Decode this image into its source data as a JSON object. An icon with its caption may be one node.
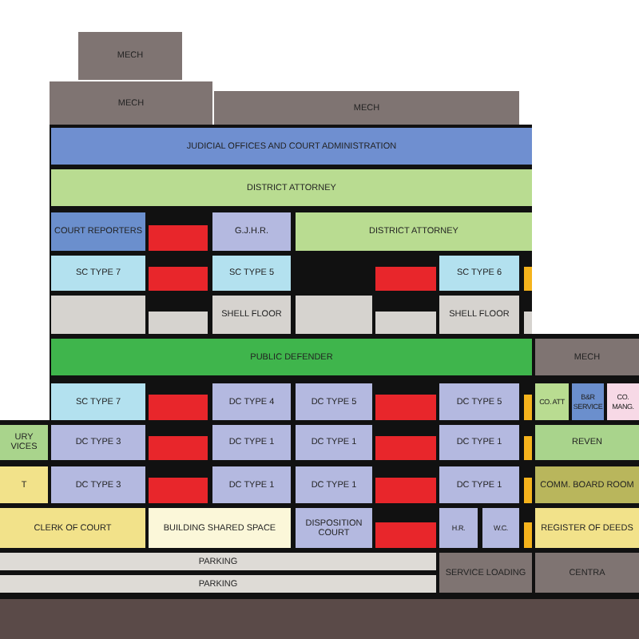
{
  "diagram": {
    "nodes": [
      {
        "text": [
          "MECH"
        ]
      },
      {
        "text": [
          "MECH"
        ]
      },
      {
        "text": [
          "MECH"
        ]
      },
      {
        "text": [
          "JUDICIAL OFFICES AND COURT ADMINISTRATION"
        ]
      },
      {
        "text": [
          "DISTRICT ATTORNEY"
        ]
      },
      {
        "text": [
          "COURT REPORTERS"
        ]
      },
      {
        "text": [
          "G.J.H.R."
        ]
      },
      {
        "text": [
          "DISTRICT ATTORNEY"
        ]
      },
      {
        "text": [
          "SC TYPE 7"
        ]
      },
      {
        "text": [
          "SC TYPE 5"
        ]
      },
      {
        "text": [
          "SC TYPE 6"
        ]
      },
      {
        "text": [],
        "shape": "box"
      },
      {
        "text": [],
        "shape": "box"
      },
      {
        "text": [
          "SHELL FLOOR"
        ]
      },
      {
        "text": [],
        "shape": "box"
      },
      {
        "text": [],
        "shape": "box"
      },
      {
        "text": [
          "SHELL FLOOR"
        ]
      },
      {
        "text": [],
        "shape": "box"
      },
      {
        "text": [
          "PUBLIC DEFENDER"
        ]
      },
      {
        "text": [
          "MECH"
        ]
      },
      {
        "text": [
          "SC TYPE 7"
        ]
      },
      {
        "text": [
          "DC TYPE 4"
        ]
      },
      {
        "text": [
          "DC TYPE 5"
        ]
      },
      {
        "text": [
          "DC TYPE 5"
        ]
      },
      {
        "text": [
          "CO. ATT"
        ]
      },
      {
        "text": [
          "B&R SERVICE"
        ]
      },
      {
        "text": [
          "CO. MANG."
        ]
      },
      {
        "text": [
          "URY VICES"
        ]
      },
      {
        "text": [
          "DC TYPE 3"
        ]
      },
      {
        "text": [
          "DC TYPE 1"
        ]
      },
      {
        "text": [
          "DC TYPE 1"
        ]
      },
      {
        "text": [
          "DC TYPE 1"
        ]
      },
      {
        "text": [
          "REVEN"
        ]
      },
      {
        "text": [
          "T"
        ]
      },
      {
        "text": [
          "DC TYPE 3"
        ]
      },
      {
        "text": [
          "DC TYPE 1"
        ]
      },
      {
        "text": [
          "DC TYPE 1"
        ]
      },
      {
        "text": [
          "DC TYPE 1"
        ]
      },
      {
        "text": [
          "COMM. BOARD ROOM"
        ]
      },
      {
        "text": [
          "CLERK OF COURT"
        ]
      },
      {
        "text": [
          "BUILDING SHARED SPACE"
        ]
      },
      {
        "text": [
          "DISPOSITION COURT"
        ]
      },
      {
        "text": [
          "H.R."
        ]
      },
      {
        "text": [
          "W.C."
        ]
      },
      {
        "text": [
          "REGISTER OF DEEDS"
        ]
      },
      {
        "text": [
          "PARKING"
        ]
      },
      {
        "text": [
          "SERVICE LOADING"
        ]
      },
      {
        "text": [
          "CENTRA"
        ]
      },
      {
        "text": [
          "PARKING"
        ]
      }
    ]
  }
}
